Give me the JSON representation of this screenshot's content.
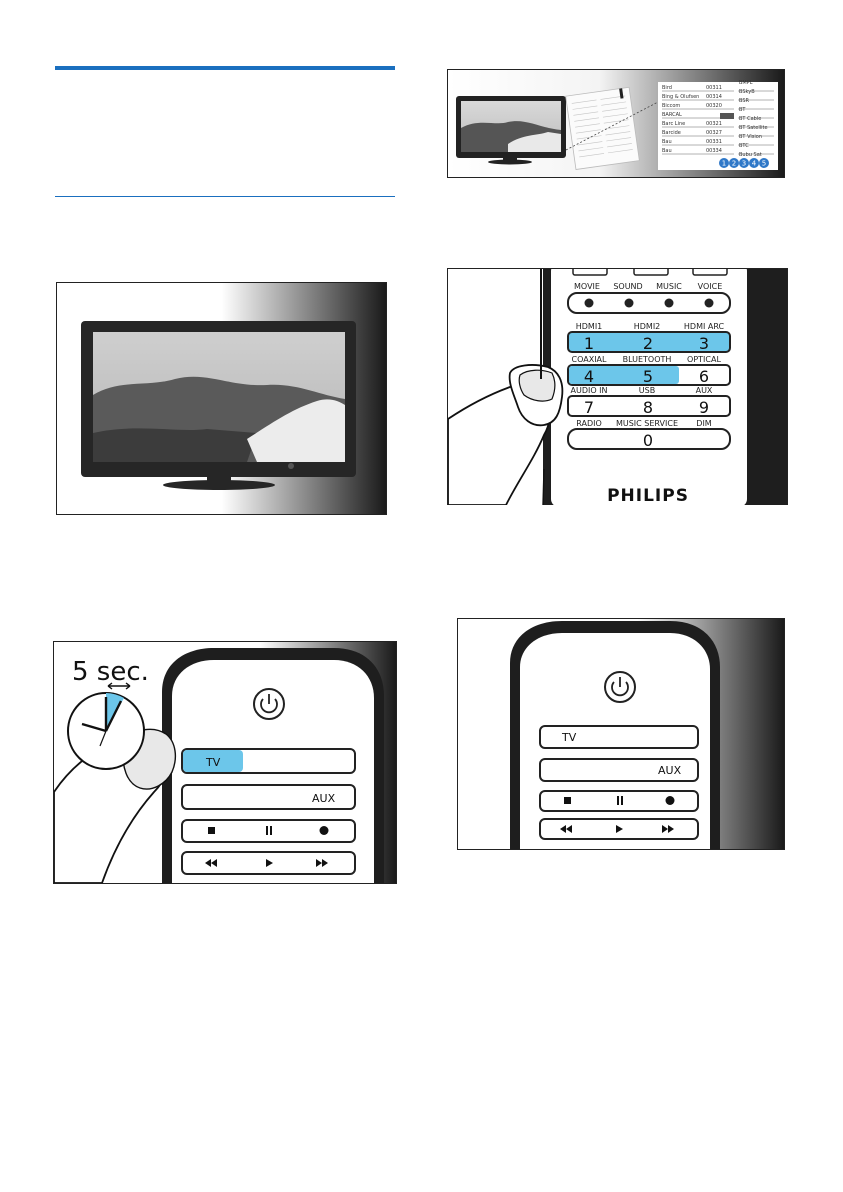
{
  "colors": {
    "accent": "#1a6fbf",
    "highlight": "#6cc6ea",
    "dark": "#1e1e1e"
  },
  "codes_panel": {
    "brands": [
      {
        "name": "Bird",
        "code": "00311"
      },
      {
        "name": "Bing & Olufsen",
        "code": "00314"
      },
      {
        "name": "Biccom",
        "code": "00320"
      },
      {
        "name": "BARCAL",
        "code": ""
      },
      {
        "name": "Barc Line",
        "code": "00321"
      },
      {
        "name": "Barcide",
        "code": "00327"
      },
      {
        "name": "Bau",
        "code": "00331"
      },
      {
        "name": "Bau",
        "code": "00334"
      }
    ],
    "providers": [
      "BMPL",
      "BSkyB",
      "BSR",
      "BT",
      "BT Cable",
      "BT Satellite",
      "BT Vision",
      "BTC",
      "Bubu Sat"
    ],
    "steps": [
      "1",
      "2",
      "3",
      "4",
      "5"
    ]
  },
  "remote_source": {
    "mode_row": [
      "MOVIE",
      "SOUND",
      "MUSIC",
      "VOICE"
    ],
    "rows": [
      {
        "labels": [
          "HDMI1",
          "HDMI2",
          "HDMI ARC"
        ],
        "digits": [
          "1",
          "2",
          "3"
        ]
      },
      {
        "labels": [
          "COAXIAL",
          "BLUETOOTH",
          "OPTICAL"
        ],
        "digits": [
          "4",
          "5",
          "6"
        ]
      },
      {
        "labels": [
          "AUDIO IN",
          "USB",
          "AUX"
        ],
        "digits": [
          "7",
          "8",
          "9"
        ]
      },
      {
        "labels": [
          "RADIO",
          "MUSIC SERVICE",
          "DIM"
        ],
        "digits": [
          "0"
        ]
      }
    ],
    "brand": "PHILIPS"
  },
  "hold": {
    "duration": "5 sec."
  },
  "remote_small": {
    "tv_label": "TV",
    "aux_label": "AUX"
  },
  "remote_small_2": {
    "tv_label": "TV",
    "aux_label": "AUX"
  }
}
